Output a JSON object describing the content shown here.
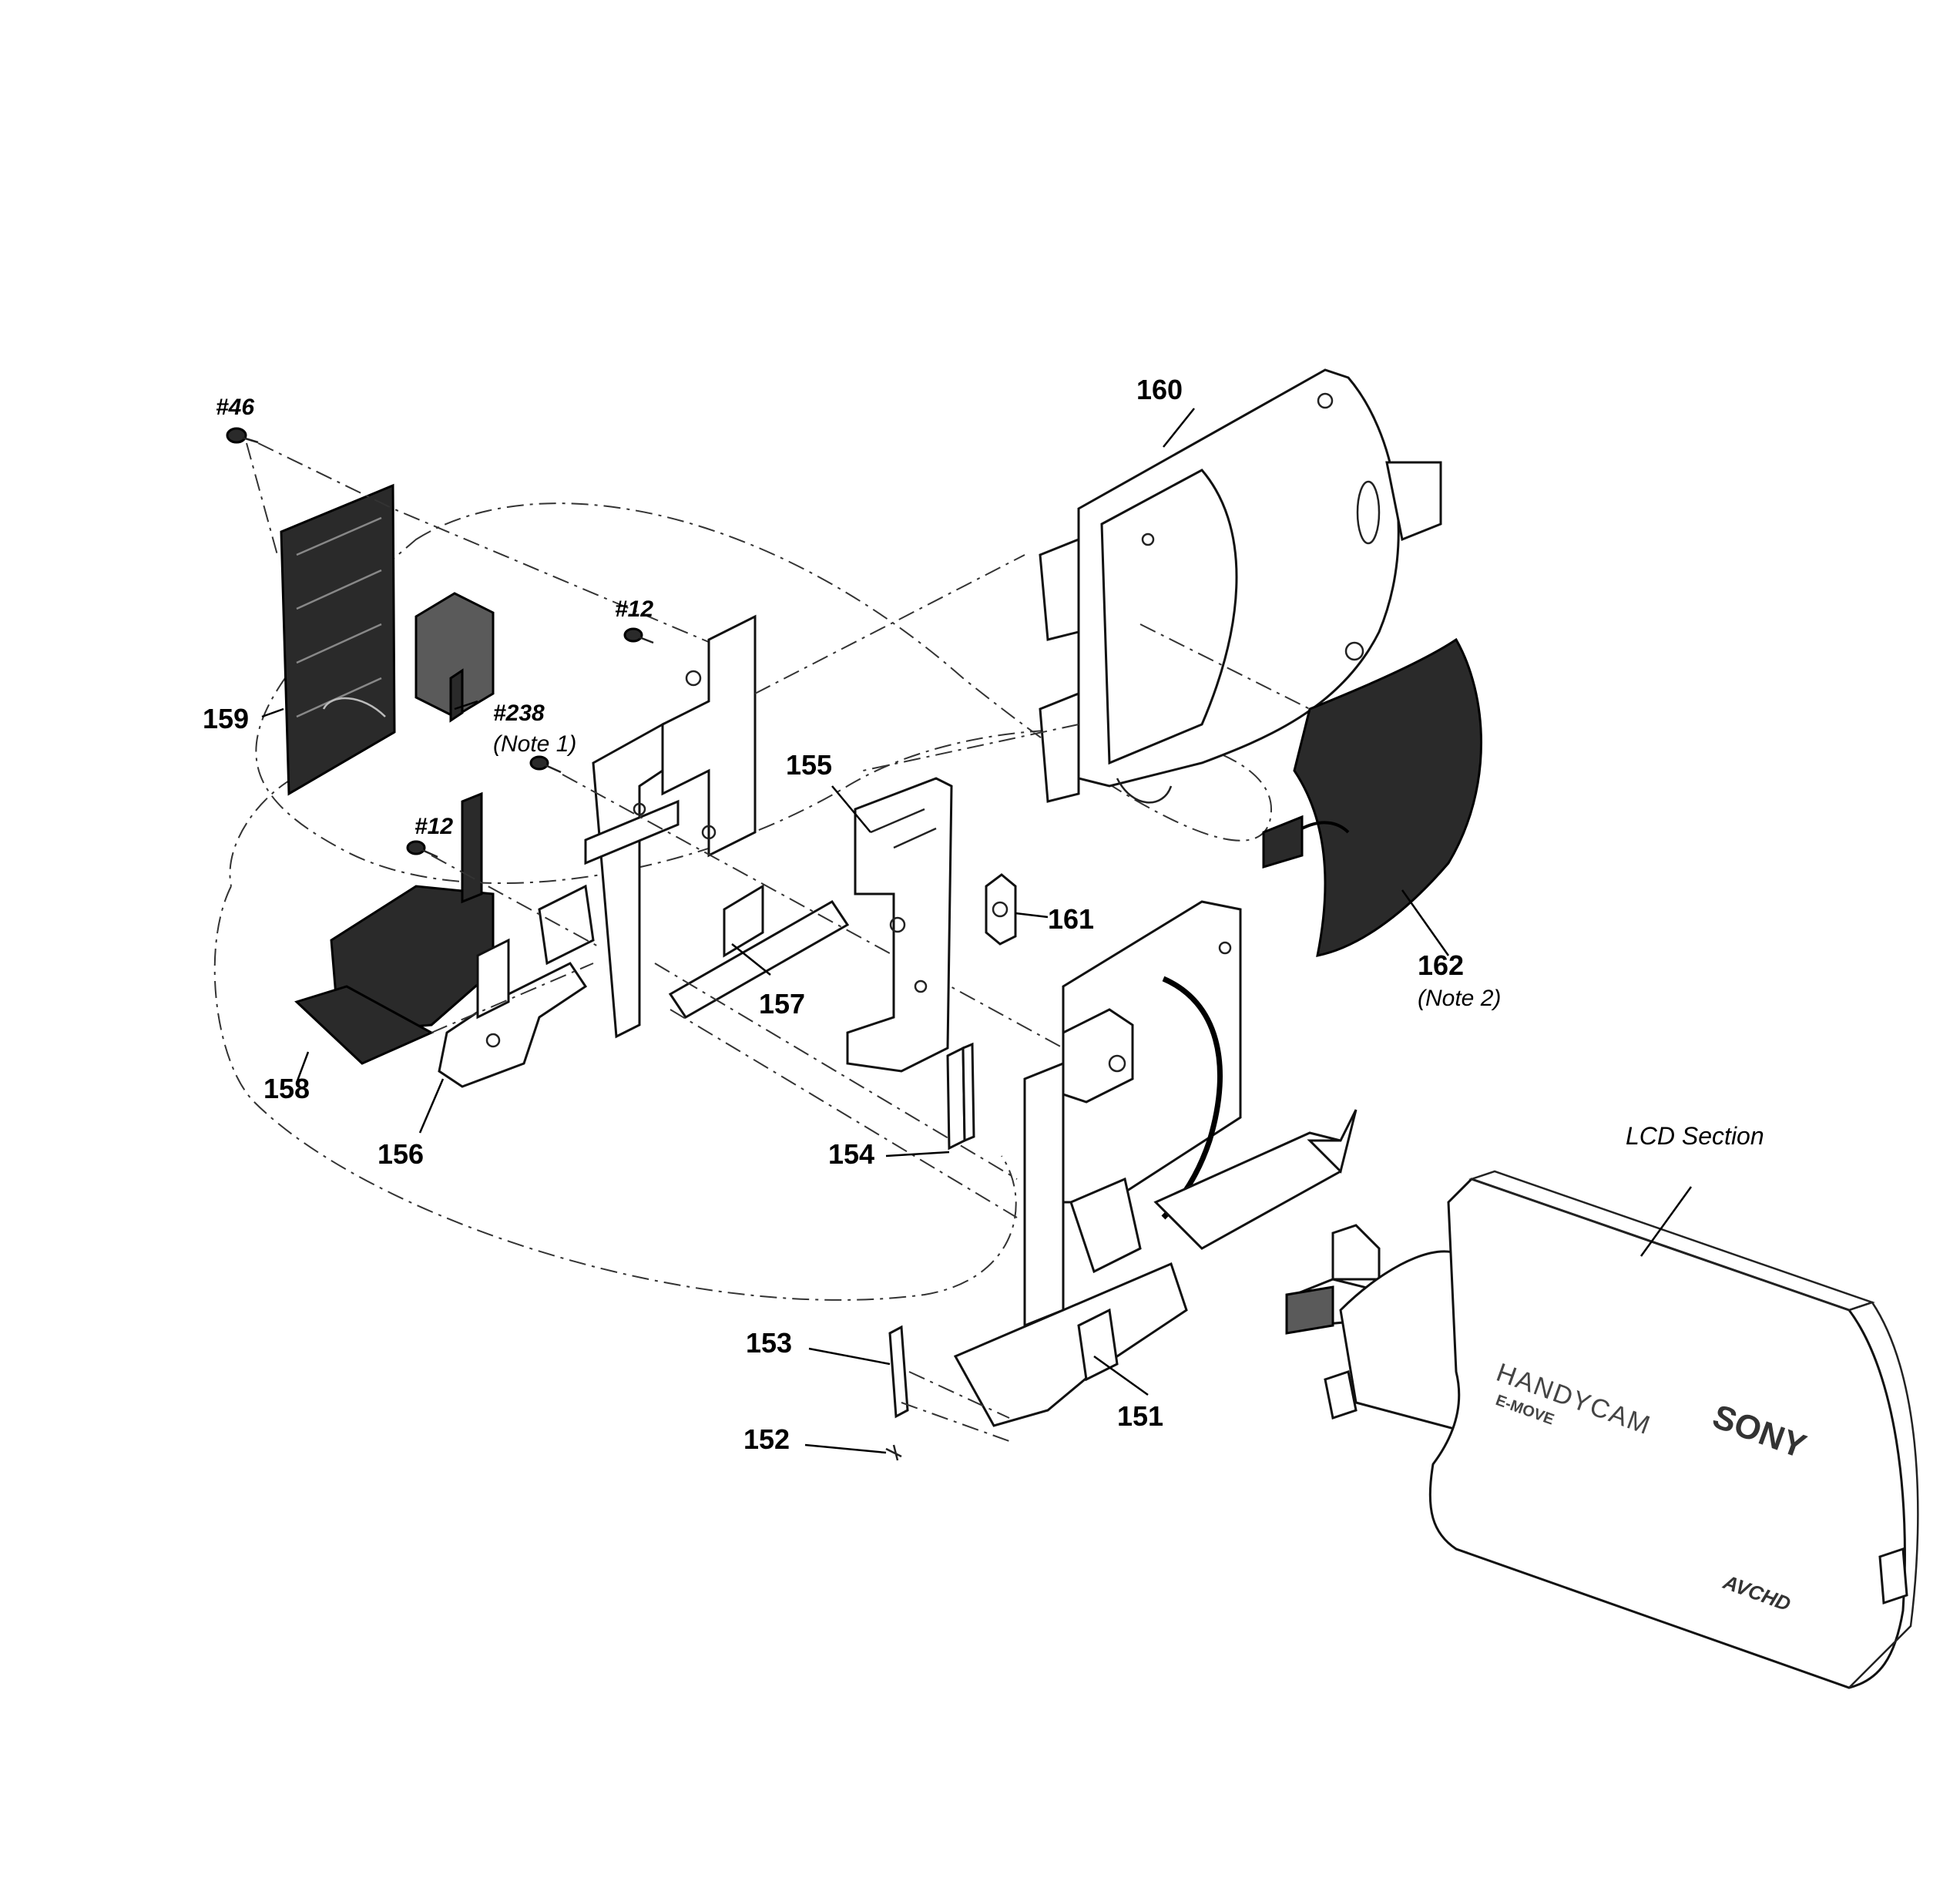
{
  "labels": {
    "p151": "151",
    "p152": "152",
    "p153": "153",
    "p154": "154",
    "p155": "155",
    "p156": "156",
    "p157": "157",
    "p158": "158",
    "p159": "159",
    "p160": "160",
    "p161": "161",
    "p162": "162"
  },
  "screws": {
    "s46": "#46",
    "s12a": "#12",
    "s12b": "#12",
    "s238": "#238"
  },
  "notes": {
    "note1": "(Note 1)",
    "note2": "(Note 2)"
  },
  "section_label": "LCD Section",
  "lcd_branding": {
    "brand": "SONY",
    "product": "HANDYCAM",
    "sub": "E-MOVE",
    "format": "AVCHD"
  }
}
